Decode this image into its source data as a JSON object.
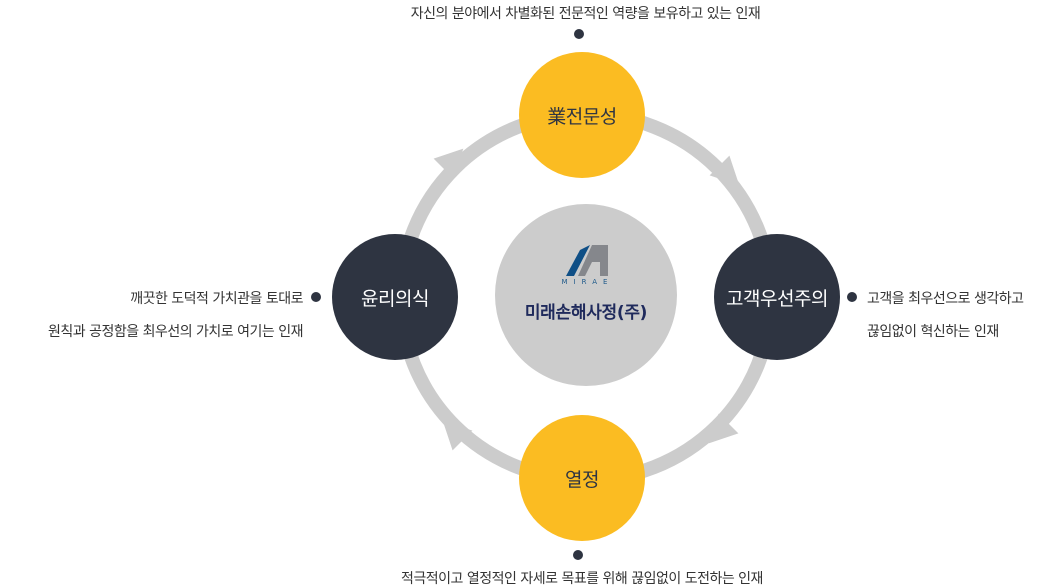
{
  "center": {
    "company": "미래손해사정(주)",
    "logo_text": "MIRAE"
  },
  "nodes": {
    "top": {
      "label": "業전문성",
      "description": "자신의 분야에서 차별화된 전문적인 역량을 보유하고 있는 인재"
    },
    "right": {
      "label": "고객우선주의",
      "description_line1": "고객을 최우선으로 생각하고",
      "description_line2": "끊임없이 혁신하는 인재"
    },
    "bottom": {
      "label": "열정",
      "description": "적극적이고 열정적인 자세로 목표를 위해 끊임없이 도전하는 인재"
    },
    "left": {
      "label": "윤리의식",
      "description_line1": "깨끗한 도덕적 가치관을 토대로",
      "description_line2": "원칙과 공정함을 최우선의 가치로 여기는 인재"
    }
  },
  "colors": {
    "accent_yellow": "#fbbc22",
    "dark": "#2e3441",
    "ring": "#cccccc",
    "center": "#cccccc",
    "logo_blue": "#0f4f86",
    "logo_gray": "#85878c"
  }
}
